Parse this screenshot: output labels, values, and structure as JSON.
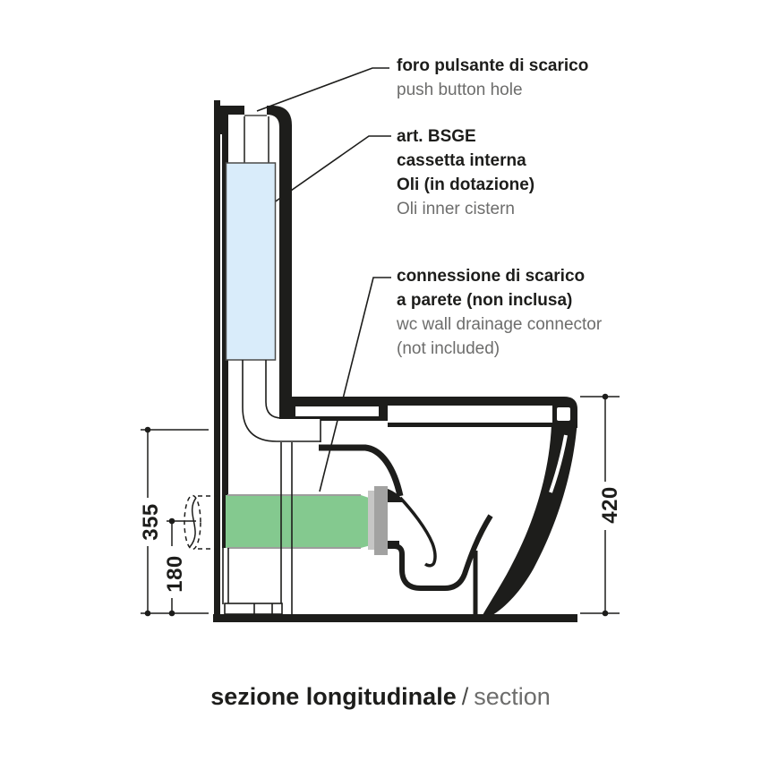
{
  "drawing": {
    "type": "technical-section",
    "caption": {
      "it": "sezione longitudinale",
      "sep": "/",
      "en": "section"
    },
    "callouts": {
      "push_button": {
        "it": "foro pulsante di scarico",
        "en": "push button hole"
      },
      "cistern": {
        "art_label": "art.",
        "art_code": "BSGE",
        "it_line1": "cassetta interna",
        "it_line2": "Oli (in dotazione)",
        "en": "Oli inner cistern"
      },
      "drain": {
        "it_line1": "connessione di scarico",
        "it_line2": "a parete (non inclusa)",
        "en_line1": "wc wall drainage connector",
        "en_line2": "(not included)"
      }
    },
    "dimensions": {
      "floor_to_inlet": "355",
      "floor_to_drain_axis": "180",
      "bowl_height": "420"
    },
    "colors": {
      "line": "#1d1d1b",
      "cistern_fill": "#d9ecfa",
      "connector_green": "#84c98f",
      "connector_edge_gray": "#9d9d9c",
      "flange_gray": "#a2a2a1",
      "flange_gray_light": "#c6c6c5",
      "secondary_text": "#6d6d6c"
    }
  }
}
